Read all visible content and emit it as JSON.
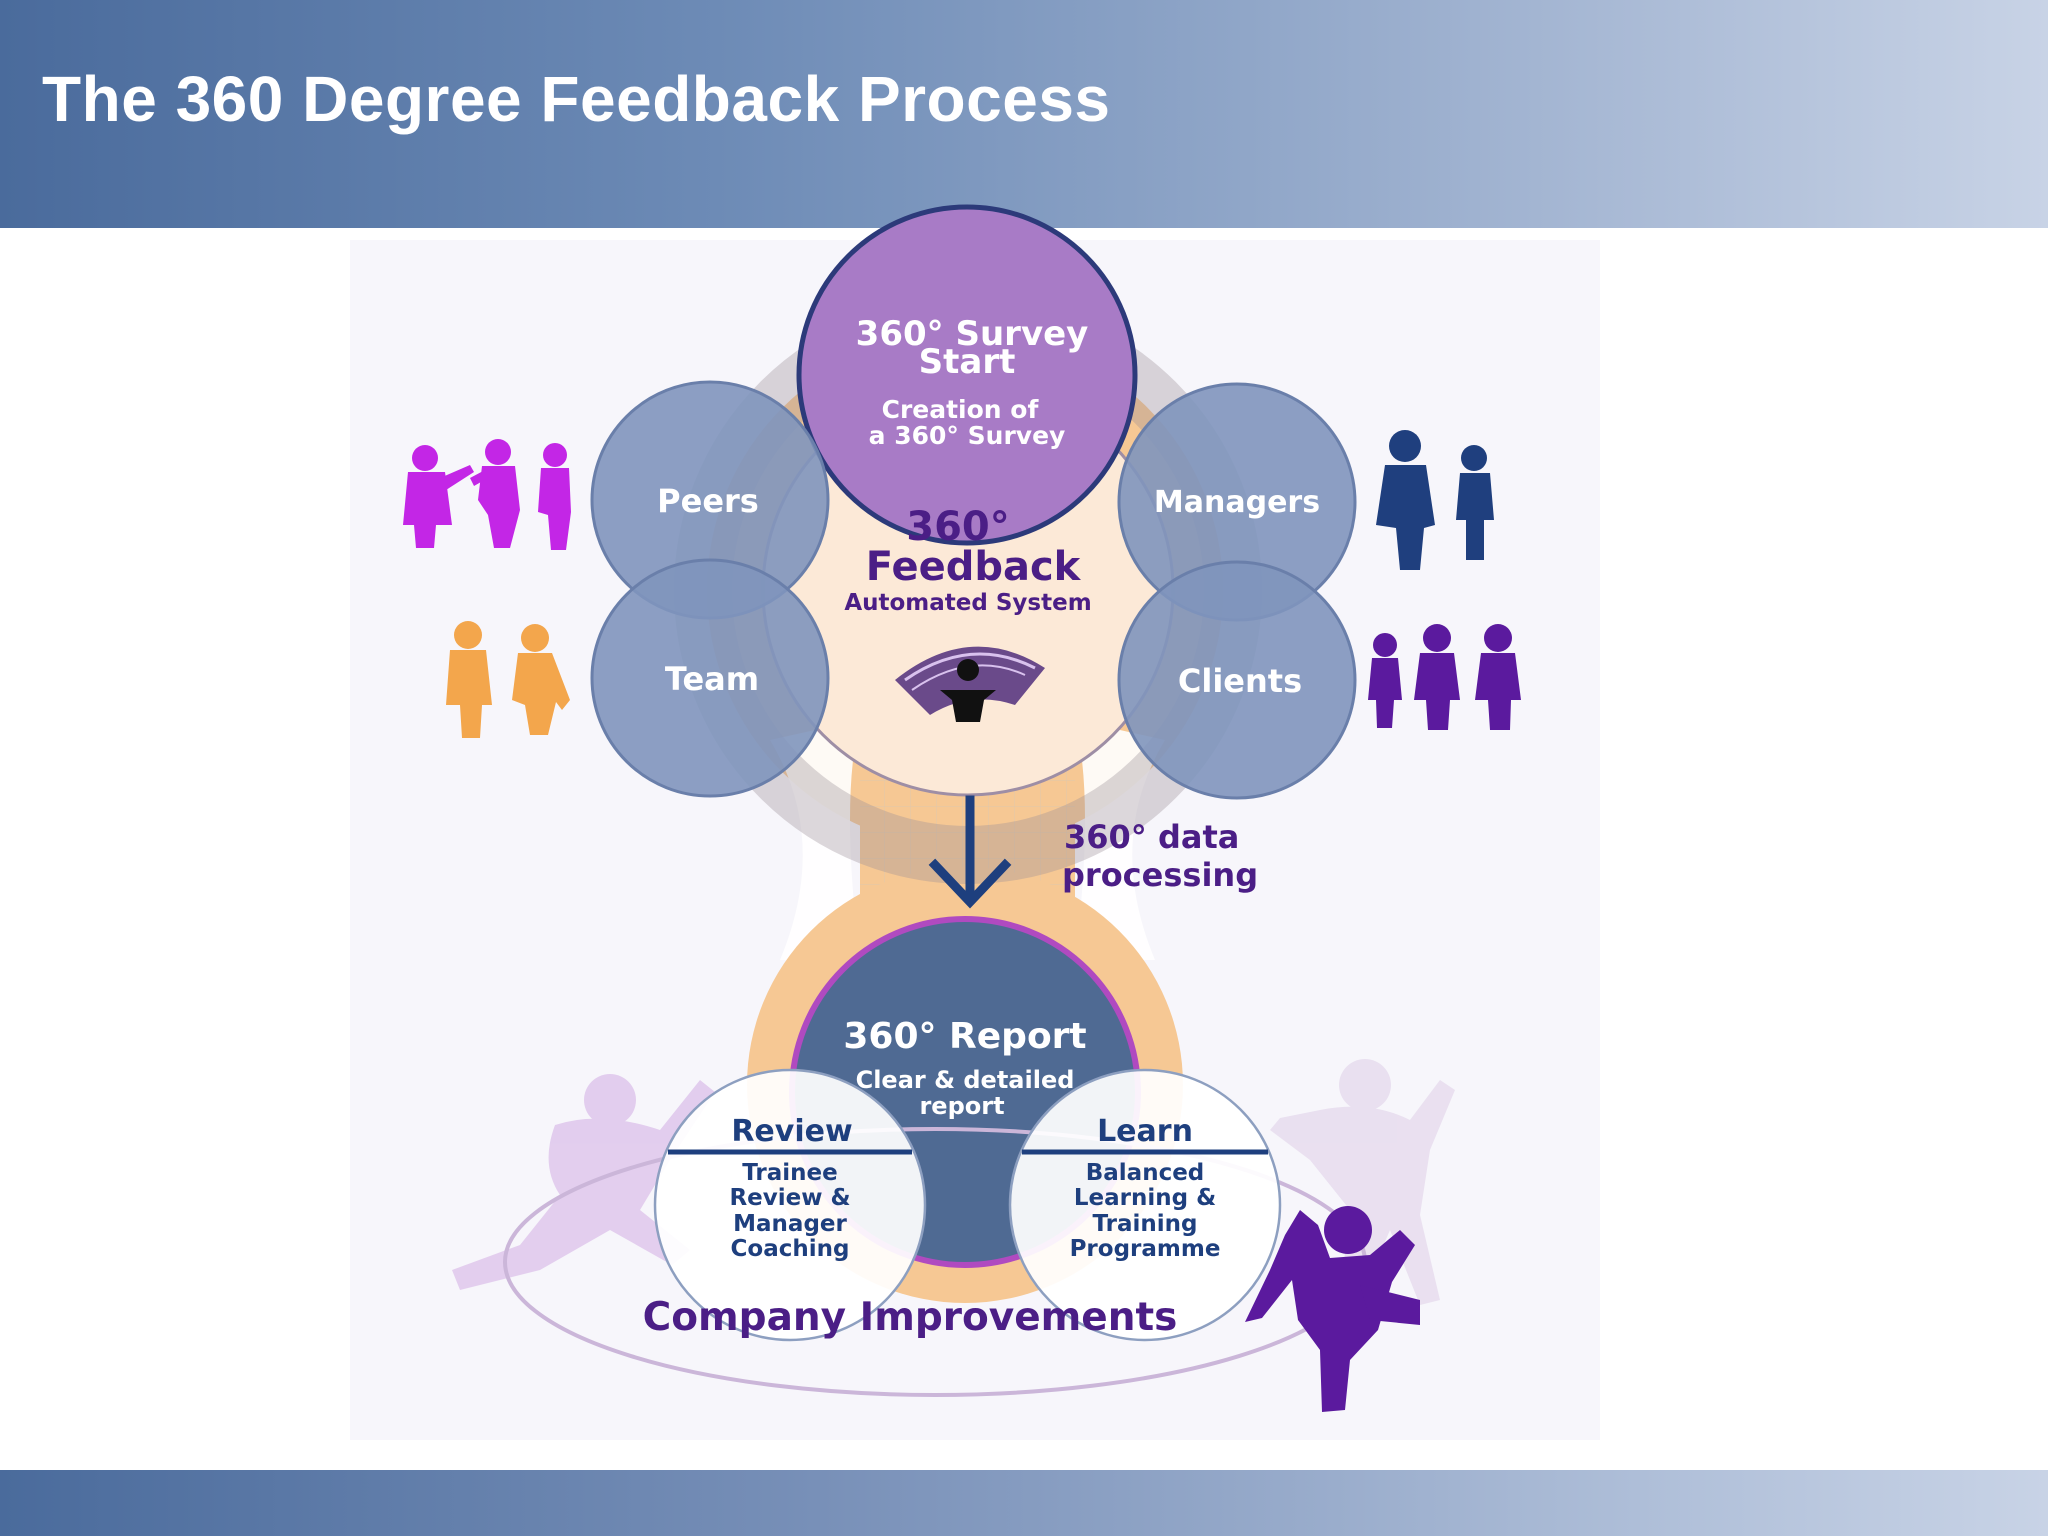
{
  "slide": {
    "title": "The 360 Degree Feedback Process"
  },
  "diagram": {
    "survey": {
      "title_line1": "360° Survey",
      "title_line2": "Start",
      "sub_line1": "Creation of",
      "sub_line2": "a 360° Survey"
    },
    "center": {
      "line1": "360°",
      "line2": "Feedback",
      "line3": "Automated System"
    },
    "groups": {
      "peers": "Peers",
      "managers": "Managers",
      "team": "Team",
      "clients": "Clients"
    },
    "processing": {
      "line1": "360° data",
      "line2": "processing"
    },
    "report": {
      "title": "360° Report",
      "sub_line1": "Clear & detailed",
      "sub_line2": "report"
    },
    "review": {
      "title": "Review",
      "lines": [
        "Trainee",
        "Review &",
        "Manager",
        "Coaching"
      ]
    },
    "learn": {
      "title": "Learn",
      "lines": [
        "Balanced",
        "Learning &",
        "Training",
        "Programme"
      ]
    },
    "outcome": "Company Improvements"
  },
  "colors": {
    "survey_purple": "#a87bc6",
    "group_blue": "#7f95bd",
    "peach": "#f5c697",
    "dark_navy": "#4f6a93",
    "text_purple": "#4b1e86",
    "silhouette_magenta": "#c326e6",
    "silhouette_navy": "#1f3f7e",
    "silhouette_orange": "#f3a64c",
    "silhouette_violet": "#5b1a9e"
  }
}
